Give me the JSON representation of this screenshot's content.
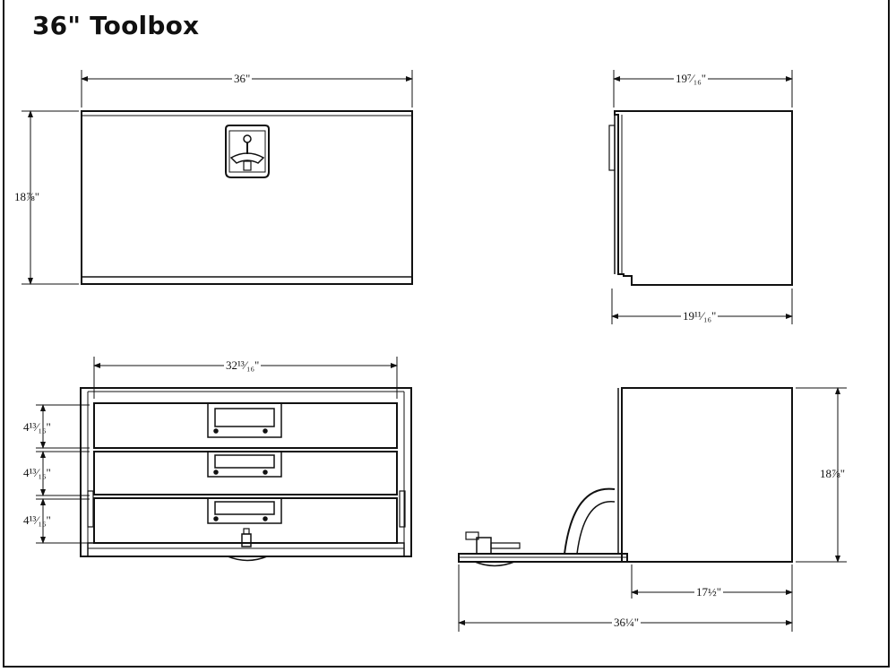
{
  "title": "36\" Toolbox",
  "dimensions": {
    "front_width": "36\"",
    "front_height": "18⅞\"",
    "side_depth_top": "19⁷⁄₁₆\"",
    "side_depth_bottom": "19¹¹⁄₁₆\"",
    "drawer_width": "32¹³⁄₁₆\"",
    "drawer_height_1": "4¹³⁄₁₆\"",
    "drawer_height_2": "4¹³⁄₁₆\"",
    "drawer_height_3": "4¹³⁄₁₆\"",
    "open_side_height": "18⅞\"",
    "open_side_inner_depth": "17½\"",
    "open_side_total_depth": "36¼\""
  }
}
